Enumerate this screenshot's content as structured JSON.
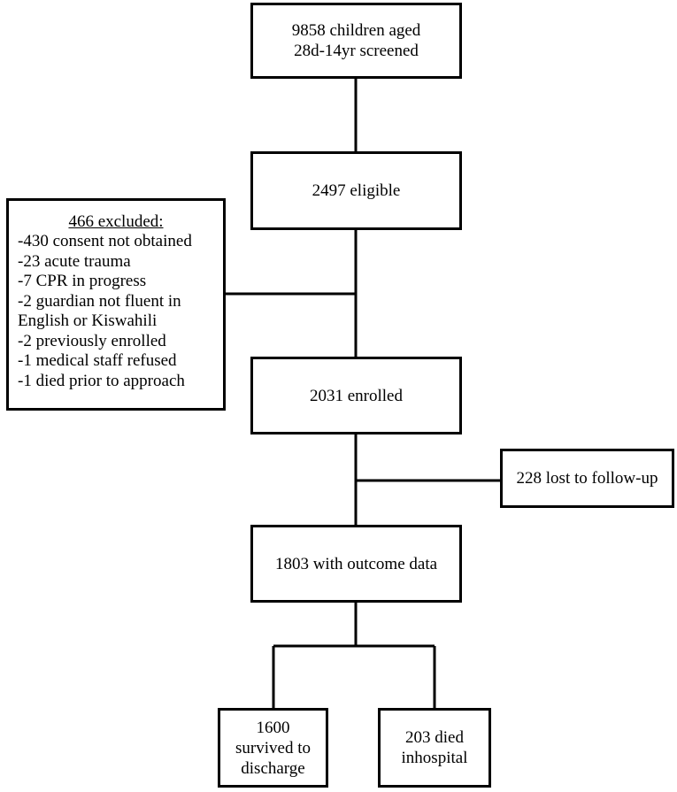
{
  "nodes": {
    "screened": {
      "lines": [
        "9858 children aged",
        "28d-14yr screened"
      ]
    },
    "eligible": {
      "lines": [
        "2497 eligible"
      ]
    },
    "excluded": {
      "title": "466 excluded:",
      "items": [
        "-430 consent not obtained",
        "-23 acute trauma",
        "-7 CPR in progress",
        "-2 guardian not fluent in",
        "English or Kiswahili",
        "-2 previously enrolled",
        "-1 medical staff refused",
        "-1 died prior to approach"
      ]
    },
    "enrolled": {
      "lines": [
        "2031 enrolled"
      ]
    },
    "lost": {
      "lines": [
        "228 lost to follow-up"
      ]
    },
    "outcome": {
      "lines": [
        "1803 with outcome data"
      ]
    },
    "survived": {
      "lines": [
        "1600",
        "survived to",
        "discharge"
      ]
    },
    "died": {
      "lines": [
        "203 died",
        "inhospital"
      ]
    }
  },
  "style": {
    "border_color": "#000000",
    "line_color": "#000000",
    "background": "#ffffff"
  }
}
